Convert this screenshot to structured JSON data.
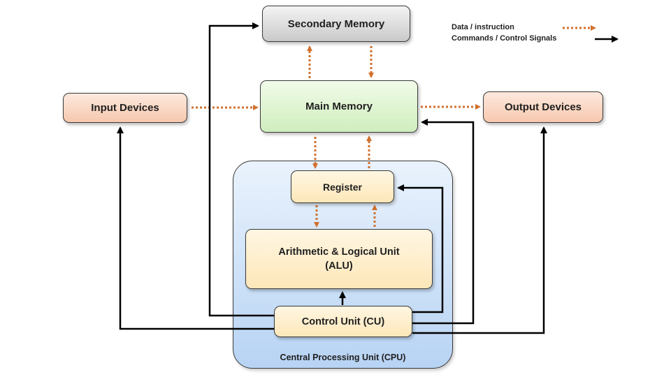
{
  "legend": {
    "data_label": "Data / instruction",
    "control_label": "Commands / Control Signals"
  },
  "nodes": {
    "secondary_memory": "Secondary Memory",
    "main_memory": "Main Memory",
    "input_devices": "Input Devices",
    "output_devices": "Output Devices",
    "register": "Register",
    "alu_line1": "Arithmetic & Logical Unit",
    "alu_line2": "(ALU)",
    "control_unit": "Control Unit (CU)",
    "cpu": "Central Processing Unit (CPU)"
  },
  "colors": {
    "data_flow": "#d0702e",
    "control_flow": "#000000"
  },
  "edges": [
    {
      "from": "main_memory",
      "to": "secondary_memory",
      "kind": "data"
    },
    {
      "from": "secondary_memory",
      "to": "main_memory",
      "kind": "data"
    },
    {
      "from": "input_devices",
      "to": "main_memory",
      "kind": "data"
    },
    {
      "from": "main_memory",
      "to": "output_devices",
      "kind": "data"
    },
    {
      "from": "main_memory",
      "to": "register",
      "kind": "data"
    },
    {
      "from": "register",
      "to": "main_memory",
      "kind": "data"
    },
    {
      "from": "register",
      "to": "alu",
      "kind": "data"
    },
    {
      "from": "alu",
      "to": "register",
      "kind": "data"
    },
    {
      "from": "control_unit",
      "to": "alu",
      "kind": "control"
    },
    {
      "from": "control_unit",
      "to": "secondary_memory",
      "kind": "control"
    },
    {
      "from": "control_unit",
      "to": "input_devices",
      "kind": "control"
    },
    {
      "from": "control_unit",
      "to": "register",
      "kind": "control"
    },
    {
      "from": "control_unit",
      "to": "main_memory",
      "kind": "control"
    },
    {
      "from": "control_unit",
      "to": "output_devices",
      "kind": "control"
    }
  ]
}
